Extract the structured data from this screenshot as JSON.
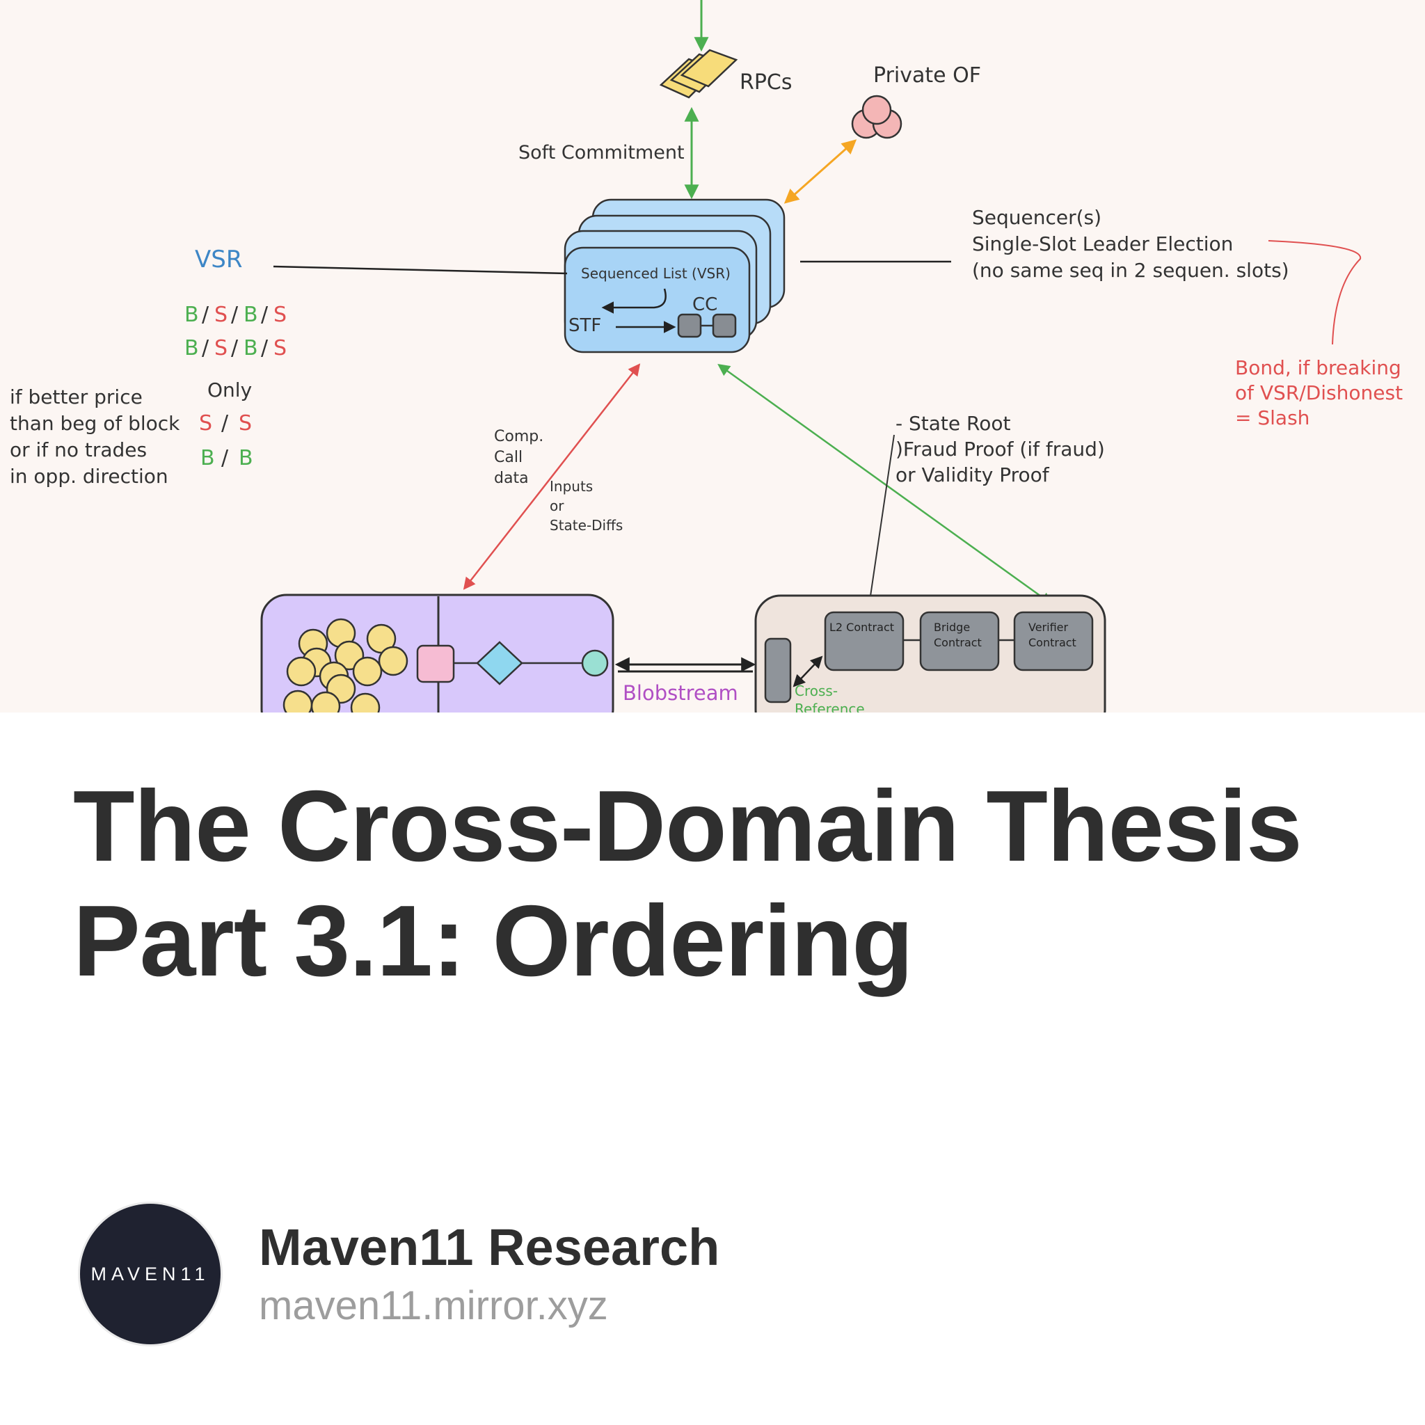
{
  "hero_diagram": {
    "labels": {
      "rpcs": "RPCs",
      "private_of": "Private OF",
      "soft_commitment": "Soft Commitment",
      "vsr": "VSR",
      "sequenced_list": "Sequenced List (VSR)",
      "cc": "CC",
      "stf": "STF",
      "sequencer_line1": "Sequencer(s)",
      "sequencer_line2": "Single-Slot Leader Election",
      "sequencer_line3": "(no same seq in 2 sequen. slots)",
      "bond_line1": "Bond, if breaking",
      "bond_line2": "of VSR/Dishonest",
      "bond_line3": "= Slash",
      "pattern_b1": "B",
      "pattern_s1": "S",
      "pattern_b2": "B",
      "pattern_s2": "S",
      "slash": "/",
      "only": "Only",
      "only_s": "S",
      "only_b": "B",
      "cond_line1": "if better price",
      "cond_line2": "than beg of block",
      "cond_line3": "or if no trades",
      "cond_line4": "in opp. direction",
      "comp_line1": "Comp.",
      "comp_line2": "Call",
      "comp_line3": "data",
      "inputs_line1": "Inputs",
      "inputs_line2": "or",
      "inputs_line3": "State-Diffs",
      "proof_line1": "- State Root",
      "proof_line2": ")Fraud Proof (if fraud)",
      "proof_line3": "or Validity Proof",
      "blobstream": "Blobstream",
      "l2_contract": "L2 Contract",
      "bridge_line1": "Bridge",
      "bridge_line2": "Contract",
      "verifier_line1": "Verifier",
      "verifier_line2": "Contract",
      "cross_line1": "Cross-",
      "cross_line2": "Reference"
    },
    "colors": {
      "green": "#4caf50",
      "red": "#e05050",
      "orange": "#f5a623",
      "blue": "#3d86c6",
      "purple": "#b04fc4",
      "hero_bg": "#fcf6f3"
    }
  },
  "article": {
    "title_line1": "The Cross-Domain Thesis",
    "title_line2": "Part 3.1: Ordering"
  },
  "author": {
    "avatar_text": "MAVEN11",
    "name": "Maven11 Research",
    "domain": "maven11.mirror.xyz"
  }
}
